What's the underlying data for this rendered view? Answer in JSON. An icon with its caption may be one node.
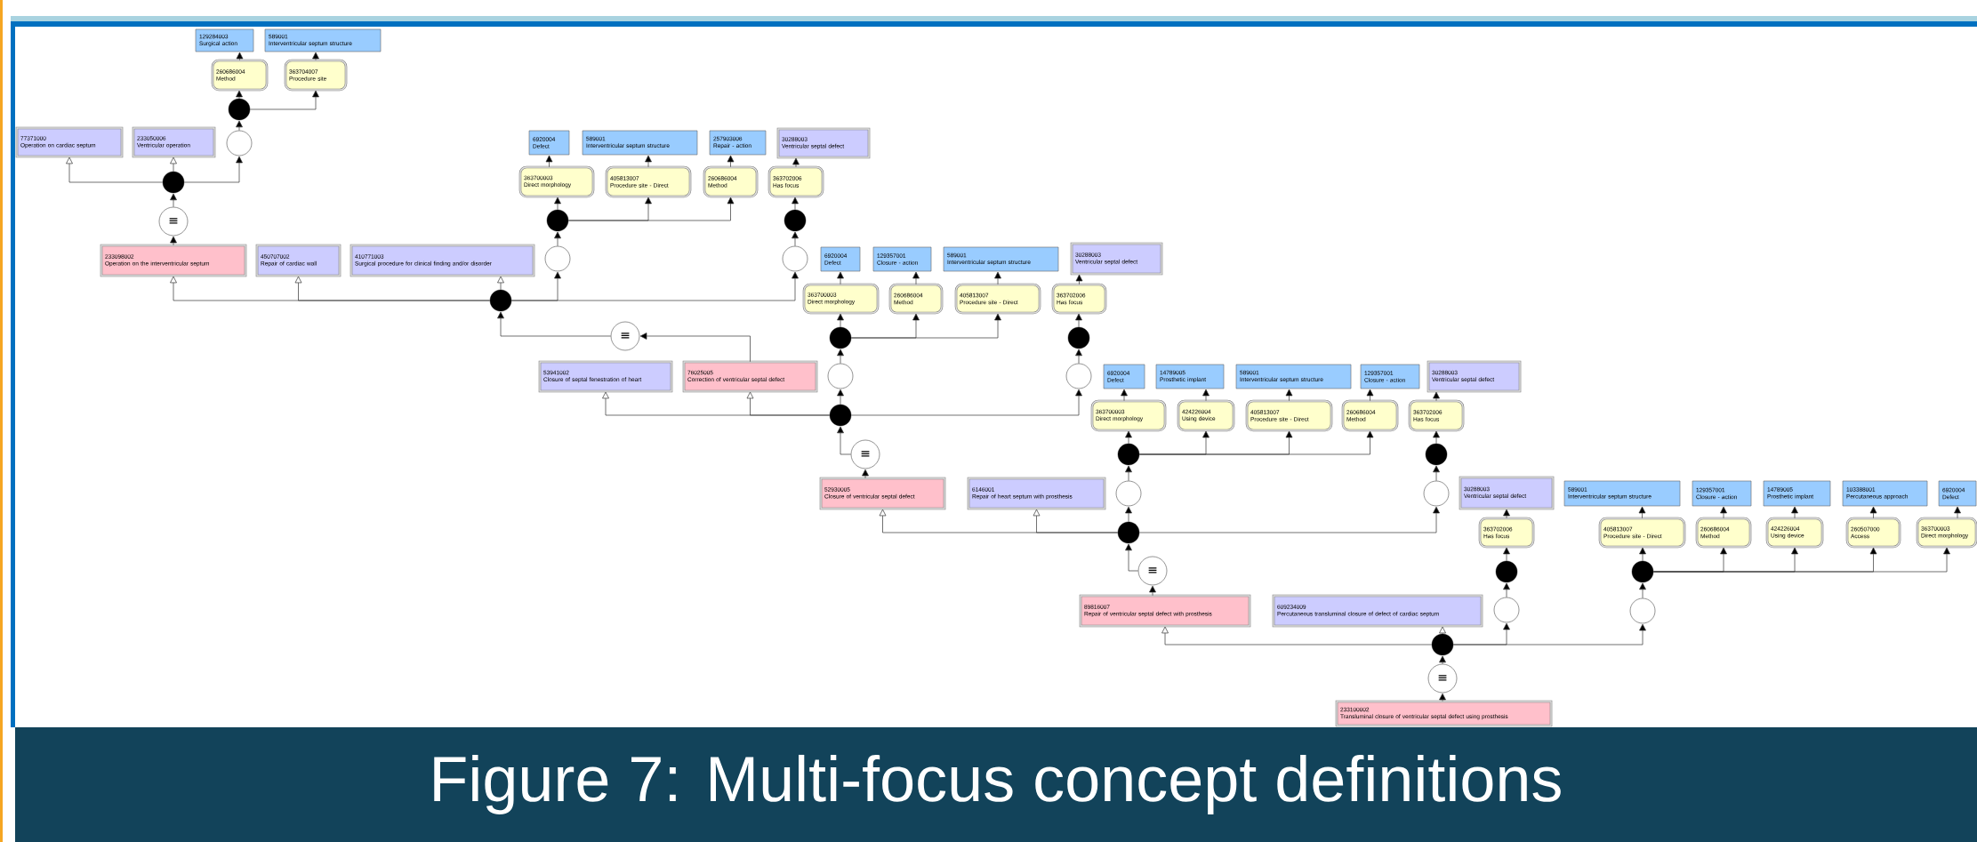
{
  "diagram": {
    "caption": "Figure 7: Multi-focus concept definitions",
    "nodes": [
      {
        "text": [
          "129284003",
          "Surgical action"
        ]
      },
      {
        "text": [
          "589001",
          "Interventricular septum structure"
        ]
      },
      {
        "text": [
          "260686004",
          "Method"
        ]
      },
      {
        "text": [
          "363704007",
          "Procedure site"
        ]
      },
      {
        "text": [],
        "shape": "dot"
      },
      {
        "text": [],
        "shape": "circle"
      },
      {
        "text": [
          "77371000",
          "Operation on cardiac septum"
        ]
      },
      {
        "text": [
          "233050006",
          "Ventricular operation"
        ]
      },
      {
        "text": [],
        "shape": "dot"
      },
      {
        "text": [
          "≡"
        ]
      },
      {
        "text": [
          "233098002",
          "Operation on the interventricular septum"
        ]
      },
      {
        "text": [
          "450707002",
          "Repair of cardiac wall"
        ]
      },
      {
        "text": [
          "410771003",
          "Surgical procedure for clinical finding and/or disorder"
        ]
      },
      {
        "text": [],
        "shape": "dot"
      },
      {
        "text": [
          "6920004",
          "Defect"
        ]
      },
      {
        "text": [
          "589001",
          "Interventricular septum structure"
        ]
      },
      {
        "text": [
          "257903006",
          "Repair - action"
        ]
      },
      {
        "text": [
          "30288003",
          "Ventricular septal defect"
        ]
      },
      {
        "text": [
          "363700003",
          "Direct morphology"
        ]
      },
      {
        "text": [
          "405813007",
          "Procedure site - Direct"
        ]
      },
      {
        "text": [
          "260686004",
          "Method"
        ]
      },
      {
        "text": [
          "363702006",
          "Has focus"
        ]
      },
      {
        "text": [],
        "shape": "dot"
      },
      {
        "text": [],
        "shape": "dot"
      },
      {
        "text": [],
        "shape": "circle"
      },
      {
        "text": [],
        "shape": "circle"
      },
      {
        "text": [
          "≡"
        ]
      },
      {
        "text": [
          "6920004",
          "Defect"
        ]
      },
      {
        "text": [
          "129357001",
          "Closure - action"
        ]
      },
      {
        "text": [
          "589001",
          "Interventricular septum structure"
        ]
      },
      {
        "text": [
          "30288003",
          "Ventricular septal defect"
        ]
      },
      {
        "text": [
          "363700003",
          "Direct morphology"
        ]
      },
      {
        "text": [
          "260686004",
          "Method"
        ]
      },
      {
        "text": [
          "405813007",
          "Procedure site - Direct"
        ]
      },
      {
        "text": [
          "363702006",
          "Has focus"
        ]
      },
      {
        "text": [],
        "shape": "dot"
      },
      {
        "text": [],
        "shape": "dot"
      },
      {
        "text": [],
        "shape": "circle"
      },
      {
        "text": [],
        "shape": "circle"
      },
      {
        "text": [
          "53941002",
          "Closure of septal fenestration of heart"
        ]
      },
      {
        "text": [
          "76025005",
          "Correction of ventricular septal defect"
        ]
      },
      {
        "text": [],
        "shape": "dot"
      },
      {
        "text": [
          "≡"
        ]
      },
      {
        "text": [
          "52930005",
          "Closure of ventricular septal defect"
        ]
      },
      {
        "text": [
          "6146001",
          "Repair of heart septum with prosthesis"
        ]
      },
      {
        "text": [
          "6920004",
          "Defect"
        ]
      },
      {
        "text": [
          "14789005",
          "Prosthetic implant"
        ]
      },
      {
        "text": [
          "589001",
          "Interventricular septum structure"
        ]
      },
      {
        "text": [
          "129357001",
          "Closure - action"
        ]
      },
      {
        "text": [
          "30288003",
          "Ventricular septal defect"
        ]
      },
      {
        "text": [
          "363700003",
          "Direct morphology"
        ]
      },
      {
        "text": [
          "424226004",
          "Using device"
        ]
      },
      {
        "text": [
          "405813007",
          "Procedure site - Direct"
        ]
      },
      {
        "text": [
          "260686004",
          "Method"
        ]
      },
      {
        "text": [
          "363702006",
          "Has focus"
        ]
      },
      {
        "text": [],
        "shape": "dot"
      },
      {
        "text": [],
        "shape": "dot"
      },
      {
        "text": [],
        "shape": "circle"
      },
      {
        "text": [],
        "shape": "circle"
      },
      {
        "text": [],
        "shape": "dot"
      },
      {
        "text": [
          "≡"
        ]
      },
      {
        "text": [
          "89816007",
          "Repair of ventricular septal defect with prosthesis"
        ]
      },
      {
        "text": [
          "609234009",
          "Percutaneous transluminal closure of defect of cardiac septum"
        ]
      },
      {
        "text": [
          "30288003",
          "Ventricular septal defect"
        ]
      },
      {
        "text": [
          "589001",
          "Interventricular septum structure"
        ]
      },
      {
        "text": [
          "129357001",
          "Closure - action"
        ]
      },
      {
        "text": [
          "14789005",
          "Prosthetic implant"
        ]
      },
      {
        "text": [
          "103388001",
          "Percutaneous approach"
        ]
      },
      {
        "text": [
          "6920004",
          "Defect"
        ]
      },
      {
        "text": [
          "363702006",
          "Has focus"
        ]
      },
      {
        "text": [
          "405813007",
          "Procedure site - Direct"
        ]
      },
      {
        "text": [
          "260686004",
          "Method"
        ]
      },
      {
        "text": [
          "424226004",
          "Using device"
        ]
      },
      {
        "text": [
          "260507000",
          "Access"
        ]
      },
      {
        "text": [
          "363700003",
          "Direct morphology"
        ]
      },
      {
        "text": [],
        "shape": "dot"
      },
      {
        "text": [],
        "shape": "circle"
      },
      {
        "text": [],
        "shape": "dot"
      },
      {
        "text": [],
        "shape": "circle"
      },
      {
        "text": [],
        "shape": "dot"
      },
      {
        "text": [
          "≡"
        ]
      },
      {
        "text": [
          "233100002",
          "Transluminal closure of ventricular septal defect using prosthesis"
        ]
      }
    ],
    "edges": [
      {
        "from": 2,
        "to": 0,
        "arrow": "to"
      },
      {
        "from": 3,
        "to": 1,
        "arrow": "to"
      },
      {
        "from": 4,
        "to": 2,
        "arrow": "to"
      },
      {
        "from": 4,
        "to": 3,
        "arrow": "to"
      },
      {
        "from": 5,
        "to": 4,
        "arrow": "to"
      },
      {
        "from": 8,
        "to": 6,
        "arrow": "to"
      },
      {
        "from": 8,
        "to": 7,
        "arrow": "to"
      },
      {
        "from": 8,
        "to": 5,
        "arrow": "to"
      },
      {
        "from": 9,
        "to": 8,
        "arrow": "to"
      },
      {
        "from": 10,
        "to": 9,
        "arrow": "to"
      },
      {
        "from": 13,
        "to": 10,
        "arrow": "to"
      },
      {
        "from": 13,
        "to": 11,
        "arrow": "to"
      },
      {
        "from": 13,
        "to": 12,
        "arrow": "to"
      },
      {
        "from": 13,
        "to": 24,
        "arrow": "to"
      },
      {
        "from": 13,
        "to": 25,
        "arrow": "to"
      },
      {
        "from": 26,
        "to": 13,
        "arrow": "to"
      },
      {
        "from": 40,
        "to": 26,
        "arrow": "to"
      },
      {
        "from": 18,
        "to": 14,
        "arrow": "to"
      },
      {
        "from": 19,
        "to": 15,
        "arrow": "to"
      },
      {
        "from": 20,
        "to": 16,
        "arrow": "to"
      },
      {
        "from": 21,
        "to": 17,
        "arrow": "to"
      },
      {
        "from": 22,
        "to": 18,
        "arrow": "to"
      },
      {
        "from": 22,
        "to": 19,
        "arrow": "to"
      },
      {
        "from": 22,
        "to": 20,
        "arrow": "to"
      },
      {
        "from": 23,
        "to": 21,
        "arrow": "to"
      },
      {
        "from": 24,
        "to": 22,
        "arrow": "to"
      },
      {
        "from": 25,
        "to": 23,
        "arrow": "to"
      },
      {
        "from": 31,
        "to": 27,
        "arrow": "to"
      },
      {
        "from": 32,
        "to": 28,
        "arrow": "to"
      },
      {
        "from": 33,
        "to": 29,
        "arrow": "to"
      },
      {
        "from": 34,
        "to": 30,
        "arrow": "to"
      },
      {
        "from": 35,
        "to": 31,
        "arrow": "to"
      },
      {
        "from": 35,
        "to": 32,
        "arrow": "to"
      },
      {
        "from": 35,
        "to": 33,
        "arrow": "to"
      },
      {
        "from": 36,
        "to": 34,
        "arrow": "to"
      },
      {
        "from": 37,
        "to": 35,
        "arrow": "to"
      },
      {
        "from": 38,
        "to": 36,
        "arrow": "to"
      },
      {
        "from": 41,
        "to": 39,
        "arrow": "to"
      },
      {
        "from": 41,
        "to": 40,
        "arrow": "to"
      },
      {
        "from": 41,
        "to": 37,
        "arrow": "to"
      },
      {
        "from": 41,
        "to": 38,
        "arrow": "to"
      },
      {
        "from": 42,
        "to": 41,
        "arrow": "to"
      },
      {
        "from": 43,
        "to": 42,
        "arrow": "to"
      },
      {
        "from": 50,
        "to": 45,
        "arrow": "to"
      },
      {
        "from": 51,
        "to": 46,
        "arrow": "to"
      },
      {
        "from": 52,
        "to": 47,
        "arrow": "to"
      },
      {
        "from": 53,
        "to": 48,
        "arrow": "to"
      },
      {
        "from": 54,
        "to": 49,
        "arrow": "to"
      },
      {
        "from": 55,
        "to": 50,
        "arrow": "to"
      },
      {
        "from": 55,
        "to": 51,
        "arrow": "to"
      },
      {
        "from": 55,
        "to": 52,
        "arrow": "to"
      },
      {
        "from": 55,
        "to": 53,
        "arrow": "to"
      },
      {
        "from": 56,
        "to": 54,
        "arrow": "to"
      },
      {
        "from": 57,
        "to": 55,
        "arrow": "to"
      },
      {
        "from": 58,
        "to": 56,
        "arrow": "to"
      },
      {
        "from": 59,
        "to": 43,
        "arrow": "to"
      },
      {
        "from": 59,
        "to": 44,
        "arrow": "to"
      },
      {
        "from": 59,
        "to": 57,
        "arrow": "to"
      },
      {
        "from": 59,
        "to": 58,
        "arrow": "to"
      },
      {
        "from": 60,
        "to": 59,
        "arrow": "to"
      },
      {
        "from": 61,
        "to": 60,
        "arrow": "to"
      },
      {
        "from": 69,
        "to": 63,
        "arrow": "to"
      },
      {
        "from": 70,
        "to": 64,
        "arrow": "to"
      },
      {
        "from": 71,
        "to": 65,
        "arrow": "to"
      },
      {
        "from": 72,
        "to": 66,
        "arrow": "to"
      },
      {
        "from": 73,
        "to": 67,
        "arrow": "to"
      },
      {
        "from": 74,
        "to": 68,
        "arrow": "to"
      },
      {
        "from": 75,
        "to": 69,
        "arrow": "to"
      },
      {
        "from": 76,
        "to": 75,
        "arrow": "to"
      },
      {
        "from": 77,
        "to": 70,
        "arrow": "to"
      },
      {
        "from": 77,
        "to": 71,
        "arrow": "to"
      },
      {
        "from": 77,
        "to": 72,
        "arrow": "to"
      },
      {
        "from": 77,
        "to": 73,
        "arrow": "to"
      },
      {
        "from": 77,
        "to": 74,
        "arrow": "to"
      },
      {
        "from": 78,
        "to": 77,
        "arrow": "to"
      },
      {
        "from": 79,
        "to": 61,
        "arrow": "to"
      },
      {
        "from": 79,
        "to": 62,
        "arrow": "to"
      },
      {
        "from": 79,
        "to": 76,
        "arrow": "to"
      },
      {
        "from": 79,
        "to": 78,
        "arrow": "to"
      },
      {
        "from": 80,
        "to": 79,
        "arrow": "to"
      },
      {
        "from": 81,
        "to": 80,
        "arrow": "to"
      }
    ]
  }
}
